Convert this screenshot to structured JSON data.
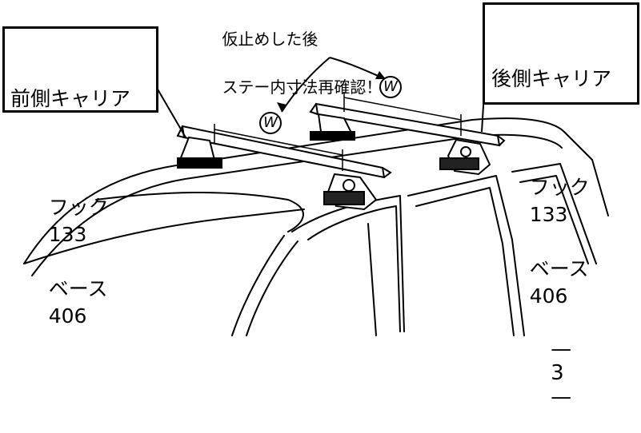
{
  "note": {
    "line1": "仮止めした後",
    "line2": "ステー内寸法再確認！"
  },
  "front_carrier": {
    "title": "前側キャリア",
    "hook_label": "フック",
    "hook_value": "133",
    "base_label": "ベース",
    "base_value": "406"
  },
  "rear_carrier": {
    "title": "後側キャリア",
    "hook_label": "フック",
    "hook_value": "133",
    "base_label": "ベース",
    "base_value": "406"
  },
  "dimension_mark": "W",
  "page_number": {
    "left_dash": "—",
    "number": "3",
    "right_dash": "—"
  }
}
